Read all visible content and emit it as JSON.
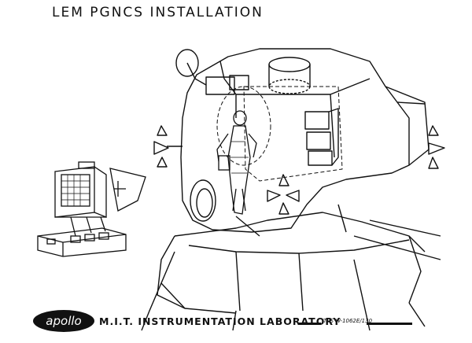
{
  "title": "LEM PGNCS INSTALLATION",
  "footer": {
    "logo_text": "apollo",
    "lab_name": "M.I.T. INSTRUMENTATION LABORATORY",
    "drawing_code": "TPS W-1062E/130"
  },
  "colors": {
    "ink": "#111111",
    "background": "#ffffff"
  },
  "icons": [
    "lunar-module-illustration",
    "astronaut-figure",
    "control-console",
    "apollo-logo"
  ]
}
